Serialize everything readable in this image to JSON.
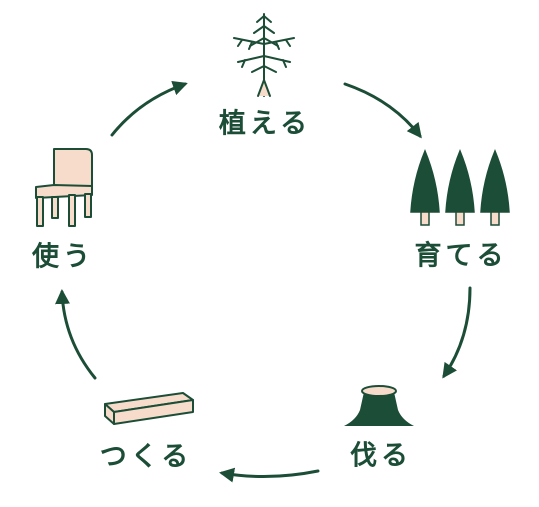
{
  "colors": {
    "green": "#1c4d37",
    "wood": "#f8dccb"
  },
  "steps": [
    {
      "key": "plant",
      "label": "植える",
      "icon": "sapling-icon"
    },
    {
      "key": "grow",
      "label": "育てる",
      "icon": "pine-trees-icon"
    },
    {
      "key": "cut",
      "label": "伐る",
      "icon": "tree-stump-icon"
    },
    {
      "key": "make",
      "label": "つくる",
      "icon": "wood-plank-icon"
    },
    {
      "key": "use",
      "label": "使う",
      "icon": "chair-icon"
    }
  ]
}
